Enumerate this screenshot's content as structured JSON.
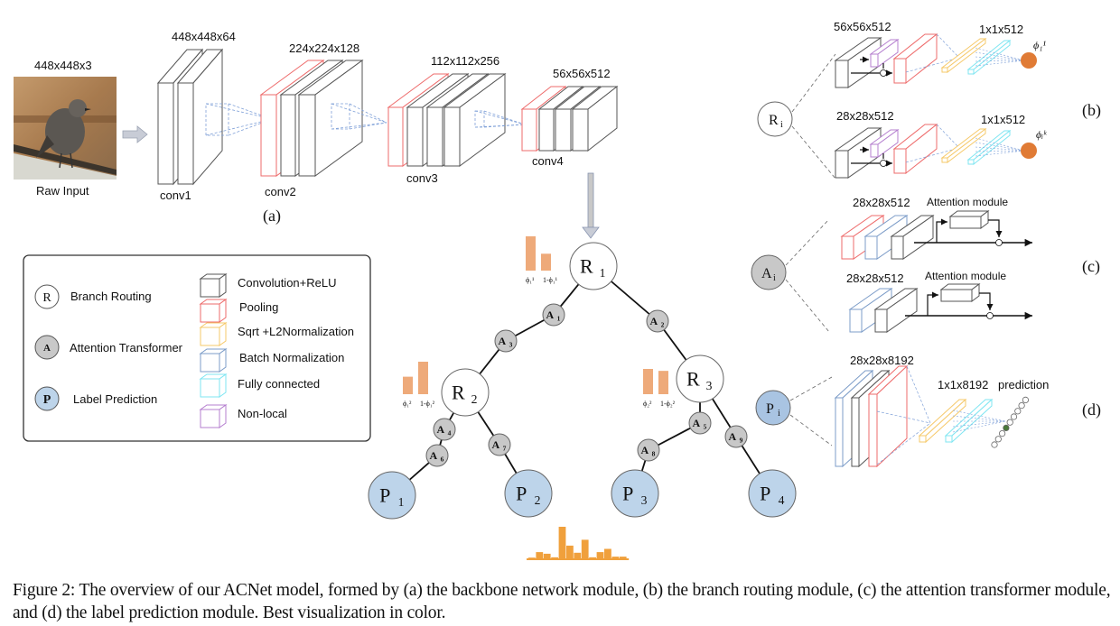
{
  "backbone": {
    "panel_label": "(a)",
    "input": {
      "dims": "448x448x3",
      "label": "Raw Input"
    },
    "stages": [
      {
        "name": "conv1",
        "dims": "448x448x64"
      },
      {
        "name": "conv2",
        "dims": "224x224x128"
      },
      {
        "name": "conv3",
        "dims": "112x112x256"
      },
      {
        "name": "conv4",
        "dims": "56x56x512"
      }
    ]
  },
  "legend": {
    "nodes": [
      {
        "symbol": "R",
        "label": "Branch Routing",
        "fill": "#ffffff"
      },
      {
        "symbol": "A",
        "label": "Attention Transformer",
        "fill": "#c8c8c8"
      },
      {
        "symbol": "P",
        "label": "Label Prediction",
        "fill": "#bdd4ea"
      }
    ],
    "blocks": [
      {
        "label": "Convolution+ReLU",
        "color": "#555555"
      },
      {
        "label": "Pooling",
        "color": "#ee6b6b"
      },
      {
        "label": "Sqrt +L2Normalization",
        "color": "#f6c96a"
      },
      {
        "label": "Batch Normalization",
        "color": "#7c9cc8"
      },
      {
        "label": "Fully connected",
        "color": "#7fe6f2"
      },
      {
        "label": "Non-local",
        "color": "#b57fcf"
      }
    ]
  },
  "tree": {
    "routing_nodes": [
      {
        "id": "R1",
        "base": "R",
        "sub": "1"
      },
      {
        "id": "R2",
        "base": "R",
        "sub": "2"
      },
      {
        "id": "R3",
        "base": "R",
        "sub": "3"
      }
    ],
    "attention_nodes": [
      {
        "id": "A1",
        "base": "A",
        "sub": "1"
      },
      {
        "id": "A2",
        "base": "A",
        "sub": "2"
      },
      {
        "id": "A3",
        "base": "A",
        "sub": "3"
      },
      {
        "id": "A4",
        "base": "A",
        "sub": "4"
      },
      {
        "id": "A5",
        "base": "A",
        "sub": "5"
      },
      {
        "id": "A6",
        "base": "A",
        "sub": "6"
      },
      {
        "id": "A7",
        "base": "A",
        "sub": "7"
      },
      {
        "id": "A8",
        "base": "A",
        "sub": "8"
      },
      {
        "id": "A9",
        "base": "A",
        "sub": "9"
      }
    ],
    "prediction_nodes": [
      {
        "id": "P1",
        "base": "P",
        "sub": "1"
      },
      {
        "id": "P2",
        "base": "P",
        "sub": "2"
      },
      {
        "id": "P3",
        "base": "P",
        "sub": "3"
      },
      {
        "id": "P4",
        "base": "P",
        "sub": "4"
      }
    ],
    "routing_probabilities": [
      {
        "node": "R1",
        "labels": [
          "ϕ₁¹",
          "1-ϕ₁¹"
        ],
        "values": [
          0.67,
          0.33
        ]
      },
      {
        "node": "R2",
        "labels": [
          "ϕ₁²",
          "1-ϕ₁²"
        ],
        "values": [
          0.35,
          0.65
        ]
      },
      {
        "node": "R3",
        "labels": [
          "ϕ₂²",
          "1-ϕ₂²"
        ],
        "values": [
          0.52,
          0.48
        ]
      }
    ],
    "output_histogram": [
      0.05,
      0.22,
      0.17,
      0.06,
      1.0,
      0.42,
      0.2,
      0.6,
      0.06,
      0.22,
      0.32,
      0.08,
      0.08
    ],
    "accent_color": "#f0a03c"
  },
  "branch_routing": {
    "panel_label": "(b)",
    "node": {
      "base": "R",
      "sub": "i"
    },
    "rows": [
      {
        "in_dims": "56x56x512",
        "out_dims": "1x1x512",
        "phi": "ϕ₁¹"
      },
      {
        "in_dims": "28x28x512",
        "out_dims": "1x1x512",
        "phi": "ϕᵢᵏ"
      }
    ],
    "output_color": "#e07b35"
  },
  "attention_transformer": {
    "panel_label": "(c)",
    "node": {
      "base": "A",
      "sub": "i"
    },
    "rows": [
      {
        "dims": "28x28x512",
        "module": "Attention module"
      },
      {
        "dims": "28x28x512",
        "module": "Attention module"
      }
    ]
  },
  "label_prediction": {
    "panel_label": "(d)",
    "node": {
      "base": "P",
      "sub": "i"
    },
    "in_dims": "28x28x8192",
    "fc_dims": "1x1x8192",
    "output_label": "prediction",
    "selected_color": "#4a7a3a"
  },
  "caption": "Figure 2: The overview of our ACNet model, formed by (a) the backbone network module, (b) the branch routing module, (c) the attention transformer module, and (d) the label prediction module. Best visualization in color."
}
